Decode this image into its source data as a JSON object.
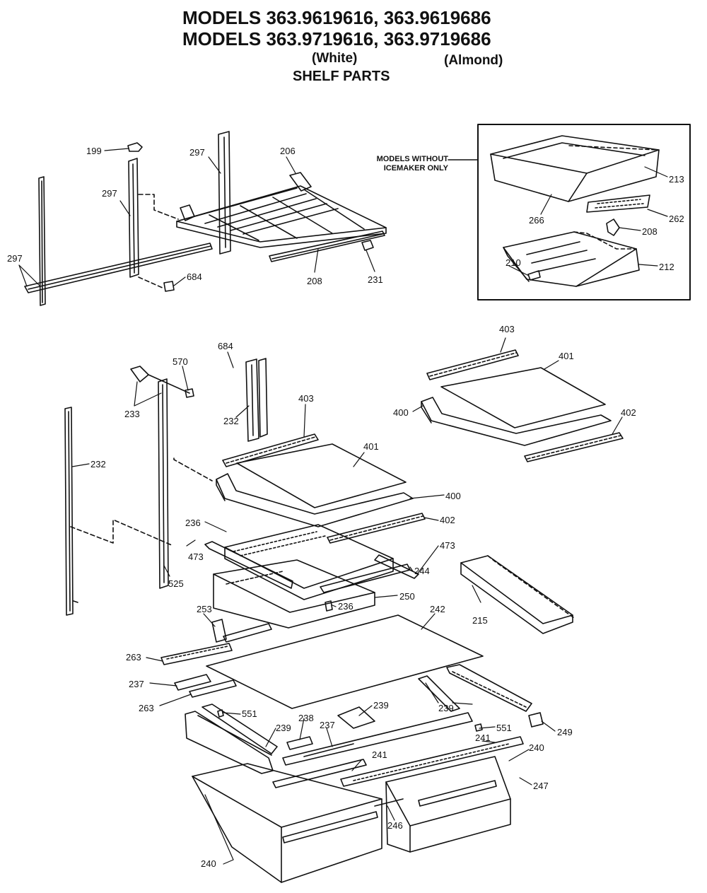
{
  "header": {
    "line1": "MODELS 363.9619616, 363.9619686",
    "line2": "MODELS 363.9719616, 363.9719686",
    "white": "(White)",
    "almond": "(Almond)",
    "subtitle": "SHELF PARTS"
  },
  "inset": {
    "note_line1": "MODELS WITHOUT",
    "note_line2": "ICEMAKER ONLY"
  },
  "parts": {
    "p199": "199",
    "p297a": "297",
    "p297b": "297",
    "p297c": "297",
    "p206": "206",
    "p208a": "208",
    "p231": "231",
    "p684a": "684",
    "p213": "213",
    "p266": "266",
    "p262": "262",
    "p208b": "208",
    "p210": "210",
    "p212": "212",
    "p403a": "403",
    "p401a": "401",
    "p400a": "400",
    "p402a": "402",
    "p684b": "684",
    "p570": "570",
    "p233": "233",
    "p232a": "232",
    "p232b": "232",
    "p403b": "403",
    "p401b": "401",
    "p400b": "400",
    "p402b": "402",
    "p236a": "236",
    "p473a": "473",
    "p473b": "473",
    "p525": "525",
    "p244": "244",
    "p250": "250",
    "p236b": "236",
    "p215": "215",
    "p253": "253",
    "p242": "242",
    "p263a": "263",
    "p237a": "237",
    "p263b": "263",
    "p551a": "551",
    "p239a": "239",
    "p239b": "239",
    "p249": "249",
    "p239c": "239",
    "p238": "238",
    "p237b": "237",
    "p551b": "551",
    "p241a": "241",
    "p241b": "241",
    "p240a": "240",
    "p247": "247",
    "p246": "246",
    "p240b": "240"
  }
}
